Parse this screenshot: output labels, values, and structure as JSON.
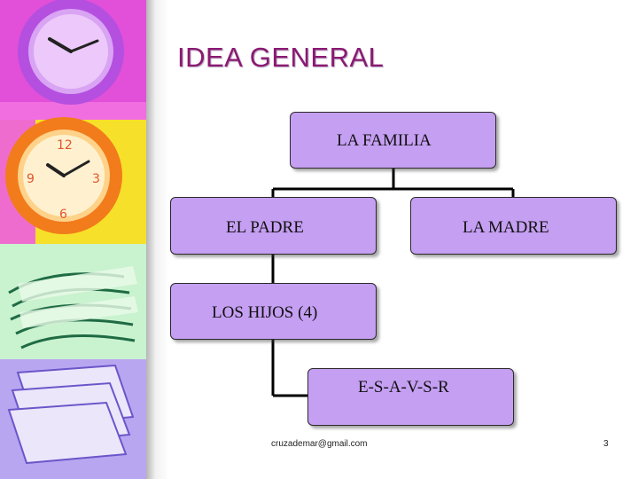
{
  "slide": {
    "title": "IDEA GENERAL",
    "footer_email": "cruzademar@gmail.com",
    "page_number": "3"
  },
  "diagram": {
    "root": "LA FAMILIA",
    "father": "EL PADRE",
    "mother": "LA MADRE",
    "children": "LOS HIJOS (4)",
    "names": "E-S-A-V-S-R"
  },
  "colors": {
    "node_fill": "#c59ff2",
    "title": "#8a1a72"
  }
}
